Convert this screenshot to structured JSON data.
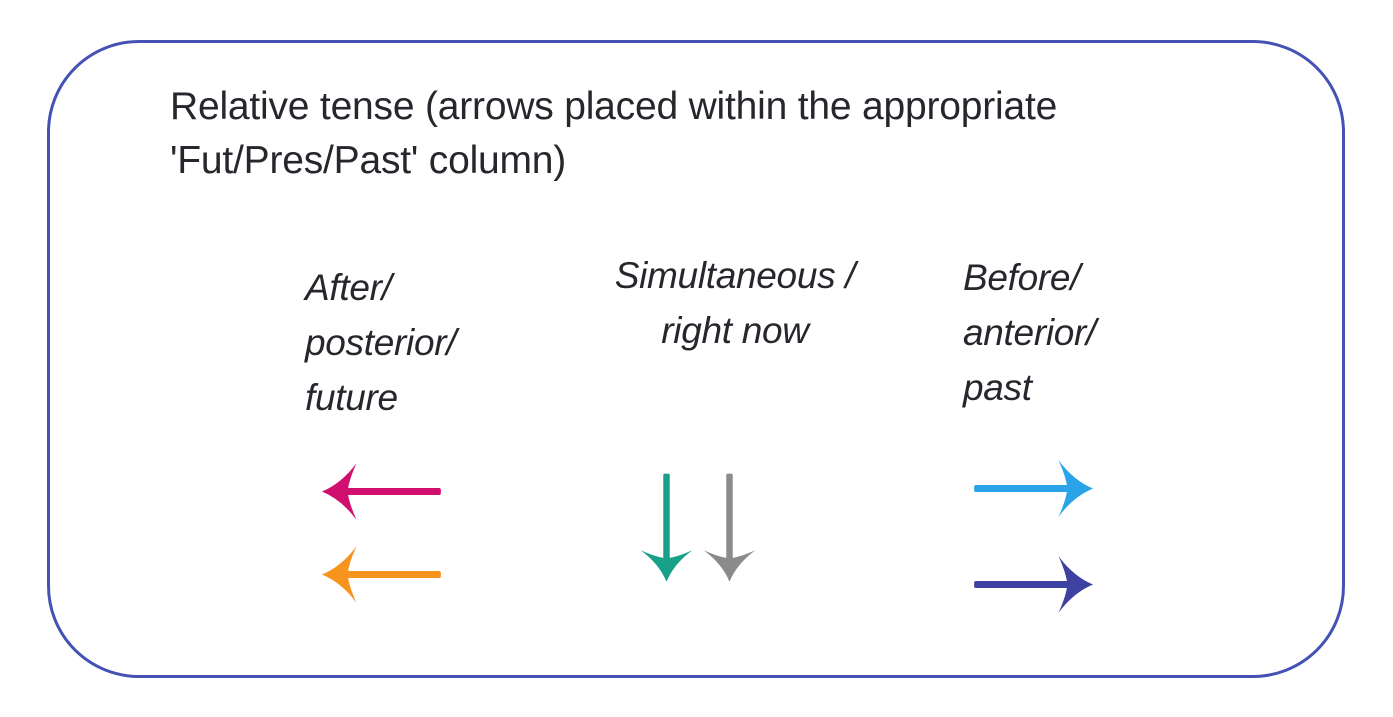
{
  "diagram": {
    "title": "Relative tense (arrows placed within the appropriate\n'Fut/Pres/Past' column)",
    "frame_border_color": "#4352b4",
    "background_color": "#ffffff",
    "text_color": "#27262c",
    "columns": [
      {
        "id": "future",
        "label": "After/\nposterior/\nfuture",
        "arrows": [
          {
            "direction": "left",
            "color": "#d00f6e"
          },
          {
            "direction": "left",
            "color": "#f7941d"
          }
        ]
      },
      {
        "id": "present",
        "label": "Simultaneous /\nright now",
        "arrows": [
          {
            "direction": "down",
            "color": "#18a189"
          },
          {
            "direction": "down",
            "color": "#8b8b8b"
          }
        ]
      },
      {
        "id": "past",
        "label": "Before/\nanterior/\npast",
        "arrows": [
          {
            "direction": "right",
            "color": "#2aa3e9"
          },
          {
            "direction": "right",
            "color": "#3d42a2"
          }
        ]
      }
    ]
  }
}
